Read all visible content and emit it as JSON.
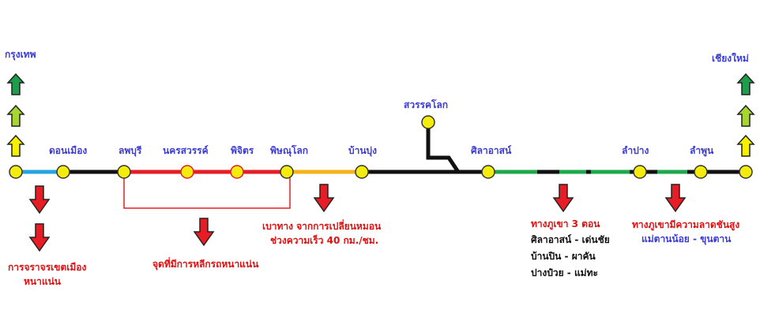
{
  "colors": {
    "line_black": "#111111",
    "line_blue": "#29a3e0",
    "line_red": "#e41e26",
    "line_orange": "#f5b31a",
    "line_green": "#1fa84b",
    "station_fill": "#f4ec0c",
    "station_stroke": "#333333",
    "arrow_red": "#e81c24",
    "arrow_green": "#1e9d4a",
    "arrow_lime": "#a6d62f",
    "arrow_yellow": "#f4f000",
    "text_blue": "#3b3bd6",
    "text_red": "#e01010"
  },
  "endpoints": {
    "south": "กรุงเทพ",
    "north": "เชียงใหม่"
  },
  "stations": [
    "ดอนเมือง",
    "ลพบุรี",
    "นครสวรรค์",
    "พิจิตร",
    "พิษณุโลก",
    "บ้านบุ่ง",
    "สวรรคโลก",
    "ศิลาอาสน์",
    "ลำปาง",
    "ลำพูน"
  ],
  "annotations": {
    "traffic_jam": [
      "การจราจรเขตเมือง",
      "หนาแน่น"
    ],
    "crossings": "จุดที่มีการหลีกรถหนาแน่น",
    "slow_zone": [
      "เบาทาง  จากการเปลี่ยนหมอน",
      "ช่วงความเร็ว 40 กม./ชม."
    ],
    "mountain_title": "ทางภูเขา 3 ตอน",
    "mountain_sections": [
      "ศิลาอาสน์ - เด่นชัย",
      "บ้านปิน  - ผาคัน",
      "ปางป๋วย  - แม่ทะ"
    ],
    "steep_grade": [
      "ทางภูเขามีความลาดชันสูง",
      "แม่ตานน้อย - ขุนตาน"
    ]
  }
}
